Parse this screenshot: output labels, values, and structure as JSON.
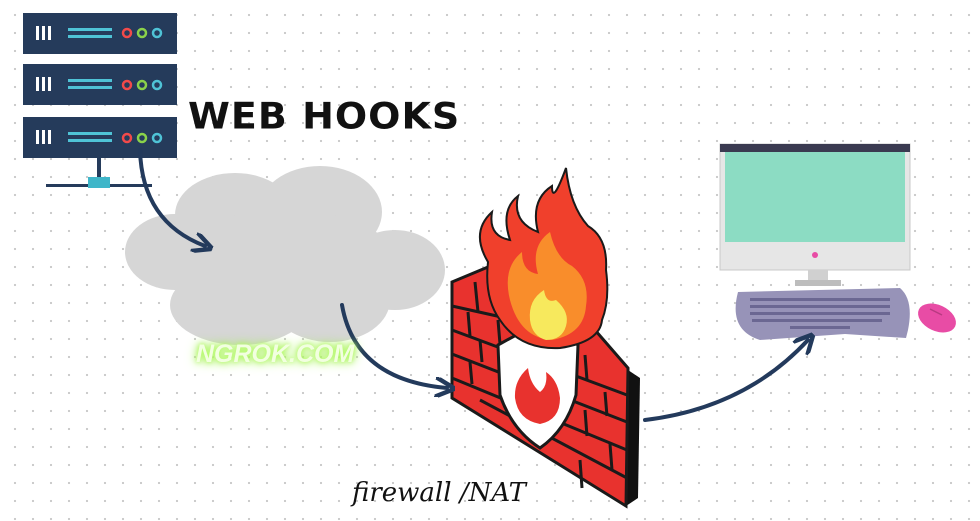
{
  "labels": {
    "webhooks": "WEB HOOKS",
    "ngrok": "NGROK.COM",
    "firewall": "firewall /NAT"
  },
  "nodes": [
    {
      "id": "server-rack",
      "icon": "server-rack-icon"
    },
    {
      "id": "cloud",
      "icon": "cloud-icon"
    },
    {
      "id": "firewall",
      "icon": "firewall-icon"
    },
    {
      "id": "computer",
      "icon": "desktop-computer-icon"
    }
  ],
  "edges": [
    {
      "from": "server-rack",
      "to": "cloud"
    },
    {
      "from": "cloud",
      "to": "firewall"
    },
    {
      "from": "firewall",
      "to": "computer"
    }
  ],
  "colors": {
    "server": "#253b5b",
    "cloud": "#d6d6d6",
    "brick": "#e8322e",
    "flame_outer": "#f0402c",
    "flame_mid": "#f98d2b",
    "flame_inner": "#f7e95d",
    "screen": "#8cdcc3",
    "keyboard": "#9793b8",
    "mouse": "#e84ca5",
    "arrow": "#233a5c",
    "ngrok_glow": "#b8ff6a"
  }
}
